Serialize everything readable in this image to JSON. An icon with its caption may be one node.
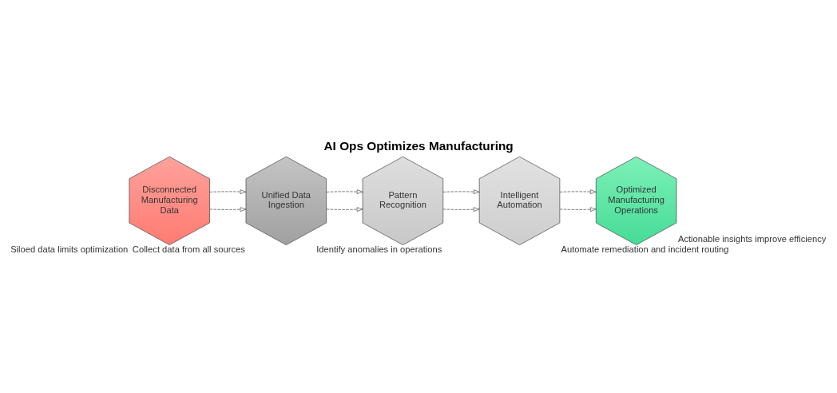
{
  "diagram": {
    "title": "AI Ops Optimizes Manufacturing",
    "nodes": [
      {
        "text": [
          "Disconnected Manufacturing Data"
        ],
        "beside": [
          "Siloed data limits optimization"
        ]
      },
      {
        "text": [
          "Unified Data Ingestion"
        ],
        "beside": [
          "Collect data from all sources"
        ]
      },
      {
        "text": [
          "Pattern Recognition"
        ],
        "beside": [
          "Identify anomalies in operations"
        ]
      },
      {
        "text": [
          "Intelligent Automation"
        ],
        "beside": [
          "Automate remediation and incident routing"
        ]
      },
      {
        "text": [
          "Optimized Manufacturing Operations"
        ],
        "beside": [
          "Actionable insights improve efficiency"
        ]
      }
    ],
    "edges": [
      {
        "from": 0,
        "to": 1,
        "arrow": "to",
        "style": "dashed"
      },
      {
        "from": 1,
        "to": 2,
        "arrow": "to",
        "style": "dashed"
      },
      {
        "from": 2,
        "to": 3,
        "arrow": "to",
        "style": "dashed"
      },
      {
        "from": 3,
        "to": 4,
        "arrow": "to",
        "style": "dashed"
      },
      {
        "from": 0,
        "to": 1,
        "arrow": "to",
        "style": "dashed"
      },
      {
        "from": 1,
        "to": 2,
        "arrow": "to",
        "style": "dashed"
      },
      {
        "from": 2,
        "to": 3,
        "arrow": "to",
        "style": "dashed"
      },
      {
        "from": 3,
        "to": 4,
        "arrow": "to",
        "style": "dashed"
      }
    ]
  }
}
